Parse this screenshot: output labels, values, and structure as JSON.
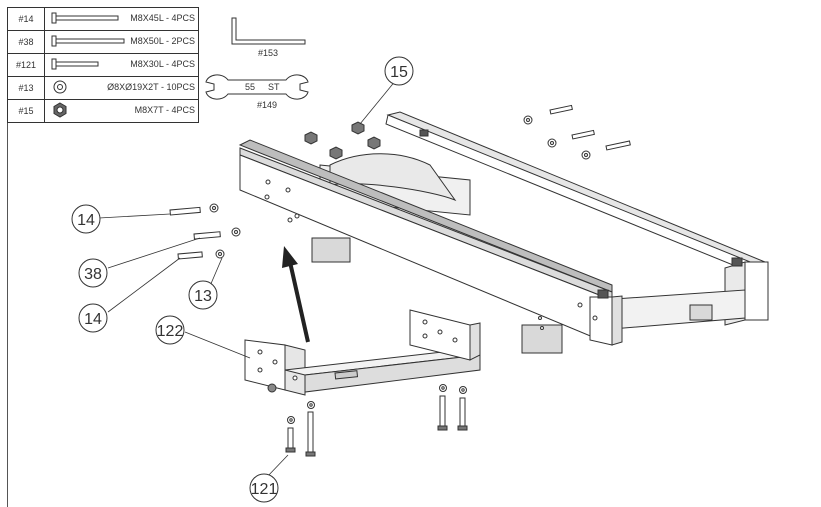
{
  "parts_table": [
    {
      "id": "#14",
      "desc": "M8X45L - 4PCS",
      "icon": "bolt-long-icon"
    },
    {
      "id": "#38",
      "desc": "M8X50L - 2PCS",
      "icon": "bolt-long-icon"
    },
    {
      "id": "#121",
      "desc": "M8X30L - 4PCS",
      "icon": "bolt-short-icon"
    },
    {
      "id": "#13",
      "desc": "Ø8XØ19X2T - 10PCS",
      "icon": "washer-icon"
    },
    {
      "id": "#15",
      "desc": "M8X7T - 4PCS",
      "icon": "hex-nut-icon"
    }
  ],
  "tools": {
    "allen_key": {
      "label": "#153",
      "icon": "allen-key-icon"
    },
    "wrench": {
      "label": "#149",
      "icon": "wrench-icon",
      "marks": [
        "55",
        "ST"
      ]
    }
  },
  "callouts": [
    "15",
    "14",
    "38",
    "14",
    "13",
    "122",
    "121"
  ],
  "colors": {
    "line": "#333333",
    "fill": "#ffffff",
    "shade": "#d9d9d9",
    "dark": "#555555"
  }
}
